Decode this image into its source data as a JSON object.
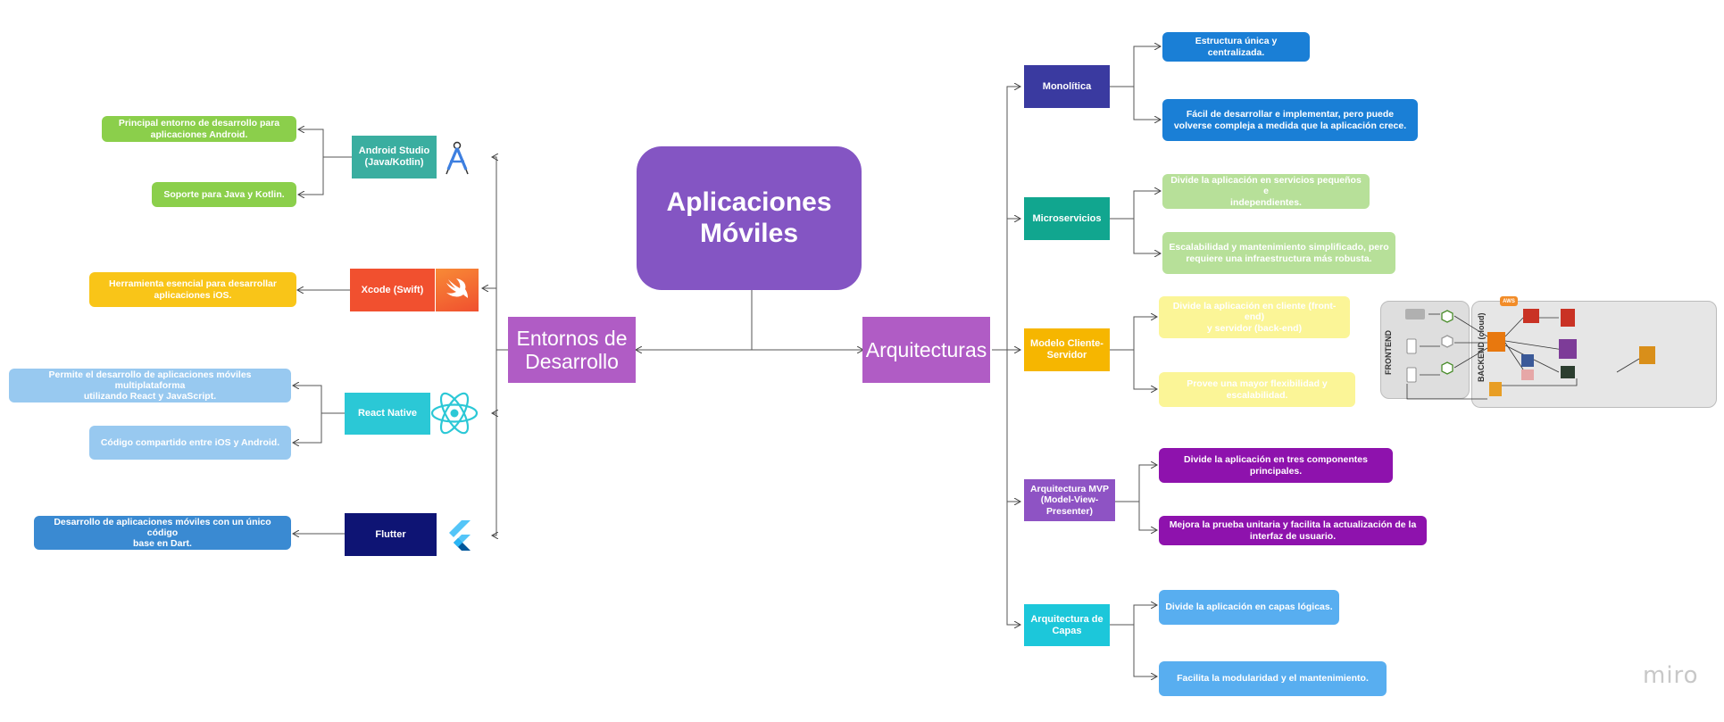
{
  "central": {
    "title_line1": "Aplicaciones",
    "title_line2": "Móviles"
  },
  "left": {
    "topic_line1": "Entornos de",
    "topic_line2": "Desarrollo",
    "items": [
      {
        "name_line1": "Android Studio",
        "name_line2": "(Java/Kotlin)",
        "icon": "android-studio-icon",
        "details": [
          {
            "line1": "Principal entorno de desarrollo para",
            "line2": "aplicaciones Android."
          },
          {
            "line1": "Soporte para Java y Kotlin.",
            "line2": ""
          }
        ]
      },
      {
        "name_line1": "Xcode (Swift)",
        "name_line2": "",
        "icon": "swift-icon",
        "details": [
          {
            "line1": "Herramienta esencial para desarrollar",
            "line2": "aplicaciones iOS."
          }
        ]
      },
      {
        "name_line1": "React Native",
        "name_line2": "",
        "icon": "react-icon",
        "details": [
          {
            "line1": "Permite el desarrollo de aplicaciones móviles multiplataforma",
            "line2": "utilizando React y JavaScript."
          },
          {
            "line1": "Código compartido entre iOS y Android.",
            "line2": ""
          }
        ]
      },
      {
        "name_line1": "Flutter",
        "name_line2": "",
        "icon": "flutter-icon",
        "details": [
          {
            "line1": "Desarrollo de aplicaciones móviles con un único código",
            "line2": "base en Dart."
          }
        ]
      }
    ]
  },
  "right": {
    "topic": "Arquitecturas",
    "items": [
      {
        "name_line1": "Monolítica",
        "name_line2": "",
        "name_line3": "",
        "details": [
          {
            "line1": "Estructura única y centralizada.",
            "line2": ""
          },
          {
            "line1": "Fácil de desarrollar e implementar, pero puede",
            "line2": "volverse compleja a medida que la aplicación crece."
          }
        ]
      },
      {
        "name_line1": "Microservicios",
        "name_line2": "",
        "name_line3": "",
        "details": [
          {
            "line1": "Divide la aplicación en servicios pequeños e",
            "line2": "independientes."
          },
          {
            "line1": "Escalabilidad y mantenimiento simplificado, pero",
            "line2": "requiere una infraestructura más robusta."
          }
        ]
      },
      {
        "name_line1": "Modelo Cliente-",
        "name_line2": "Servidor",
        "name_line3": "",
        "details": [
          {
            "line1": "Divide la aplicación en cliente (front-end)",
            "line2": "y servidor (back-end)"
          },
          {
            "line1": "Provee una mayor flexibilidad y",
            "line2": "escalabilidad."
          }
        ]
      },
      {
        "name_line1": "Arquitectura MVP",
        "name_line2": "(Model-View-",
        "name_line3": "Presenter)",
        "details": [
          {
            "line1": "Divide la aplicación en tres componentes",
            "line2": "principales."
          },
          {
            "line1": "Mejora la prueba unitaria y facilita la actualización de la",
            "line2": "interfaz de usuario."
          }
        ]
      },
      {
        "name_line1": "Arquitectura de",
        "name_line2": "Capas",
        "name_line3": "",
        "details": [
          {
            "line1": "Divide la aplicación en capas lógicas.",
            "line2": ""
          },
          {
            "line1": "Facilita la modularidad y el mantenimiento.",
            "line2": ""
          }
        ]
      }
    ]
  },
  "figure": {
    "frontend_label": "FRONTEND",
    "backend_label": "BACKEND (cloud)",
    "aws_badge": "AWS"
  },
  "watermark": "miro",
  "colors": {
    "central": "#8455c3",
    "topic": "#b05cc5",
    "android": "#3aaea0",
    "android_leaf": "#8bcf4b",
    "xcode": "#f1502f",
    "xcode_leaf": "#f9c518",
    "react": "#2bc8d6",
    "react_leaf": "#98c9f0",
    "flutter": "#0e1474",
    "flutter_leaf": "#3a8ad2",
    "monolitica": "#3a3aa0",
    "monolitica_leaf": "#1a7fd6",
    "micro": "#11a68f",
    "micro_leaf": "#b7e099",
    "cliente": "#f6b600",
    "cliente_leaf": "#fbf597",
    "mvp": "#8e53c4",
    "mvp_leaf": "#8e12ad",
    "capas": "#1cc7da",
    "capas_leaf": "#58aef0"
  }
}
